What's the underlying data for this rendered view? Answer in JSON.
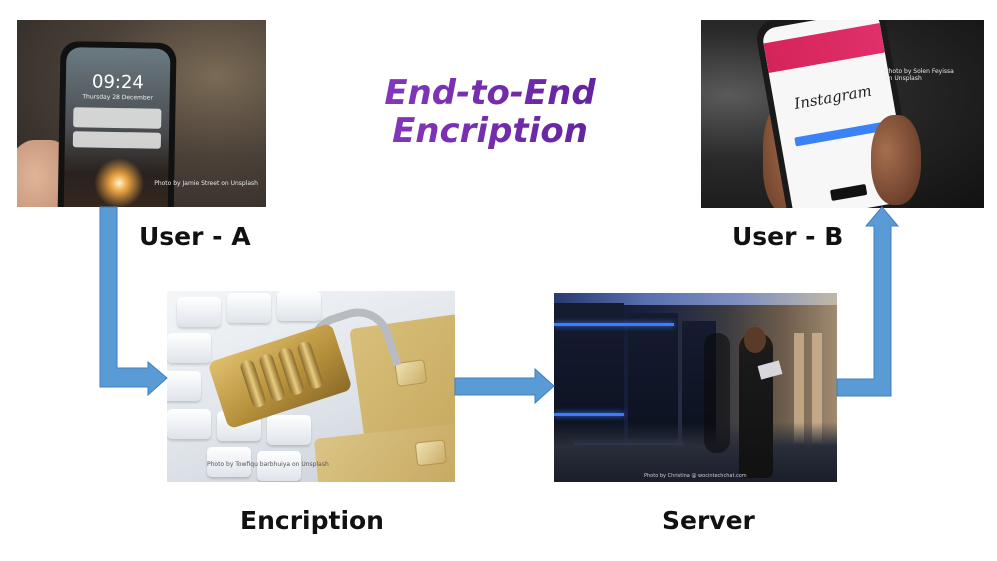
{
  "title": {
    "line1": "End-to-End",
    "line2": "Encription"
  },
  "nodes": {
    "user_a": {
      "label": "User - A",
      "photo_credit": "Photo by Jamie Street on Unsplash",
      "lock_time": "09:24",
      "lock_date": "Thursday 28 December"
    },
    "user_b": {
      "label": "User - B",
      "photo_credit": "Photo by Solen Feyissa on Unsplash",
      "app_logo": "Instagram"
    },
    "encryption": {
      "label": "Encription",
      "photo_credit": "Photo by Towfiqu barbhuiya on Unsplash"
    },
    "server": {
      "label": "Server",
      "photo_credit": "Photo by Christina @ wocintechchat.com"
    }
  },
  "colors": {
    "title_start": "#8e3bc4",
    "title_end": "#5a1f96",
    "arrow_fill": "#5b9bd5",
    "arrow_stroke": "#3f7fbf",
    "label_text": "#111111"
  },
  "connections": [
    {
      "from": "user_a",
      "to": "encryption"
    },
    {
      "from": "encryption",
      "to": "server"
    },
    {
      "from": "server",
      "to": "user_b"
    }
  ]
}
